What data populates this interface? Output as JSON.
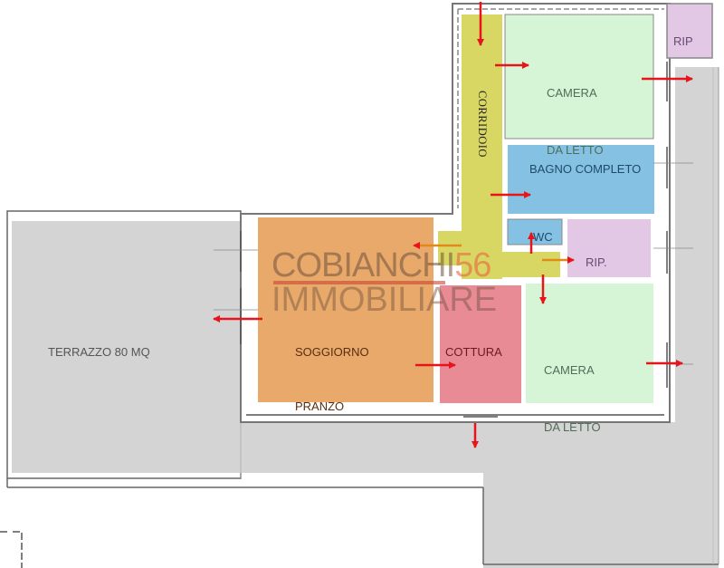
{
  "floor_plan": {
    "watermark": {
      "line1": "COBIANCHI",
      "line1_number": "56",
      "line2": "IMMOBILIARE"
    },
    "rooms": [
      {
        "id": "camera-da-letto-1",
        "label_line1": "CAMERA",
        "label_line2": "DA LETTO",
        "color": "#d6f5d6"
      },
      {
        "id": "rip-top",
        "label": "RIP",
        "color": "#e2c8e4"
      },
      {
        "id": "corridoio",
        "label": "CORRIDOIO",
        "color": "#d9d763"
      },
      {
        "id": "bagno-completo",
        "label": "BAGNO COMPLETO",
        "color": "#84c1e3"
      },
      {
        "id": "wc",
        "label": "WC",
        "color": "#84c1e3"
      },
      {
        "id": "rip-mid",
        "label": "RIP.",
        "color": "#e2c8e4"
      },
      {
        "id": "soggiorno-pranzo",
        "label_line1": "SOGGIORNO",
        "label_line2": "PRANZO",
        "color": "#e8a96a"
      },
      {
        "id": "cottura",
        "label": "COTTURA",
        "color": "#e98b94"
      },
      {
        "id": "camera-da-letto-2",
        "label_line1": "CAMERA",
        "label_line2": "DA LETTO",
        "color": "#d6f5d6"
      },
      {
        "id": "terrazzo",
        "label": "TERRAZZO 80 MQ",
        "color": "#d4d4d4"
      }
    ],
    "colors": {
      "terrace": "#d4d4d4",
      "wall": "#777777",
      "arrow": "#e8141b",
      "arrow_orange": "#e08a1e"
    }
  }
}
